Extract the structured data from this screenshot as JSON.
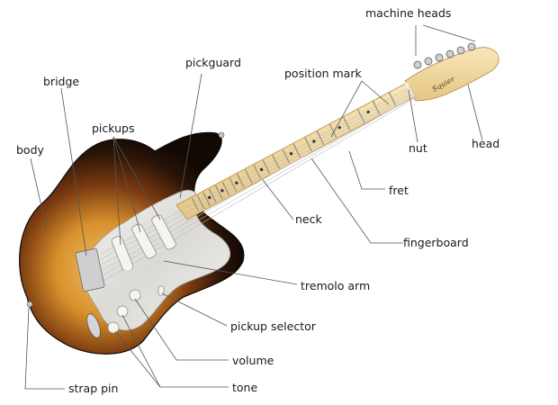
{
  "labels": {
    "machine_heads": "machine heads",
    "pickguard": "pickguard",
    "position_mark": "position mark",
    "bridge": "bridge",
    "pickups": "pickups",
    "body": "body",
    "nut": "nut",
    "head": "head",
    "fret": "fret",
    "neck": "neck",
    "fingerboard": "fingerboard",
    "tremolo_arm": "tremolo arm",
    "pickup_selector": "pickup selector",
    "volume": "volume",
    "tone": "tone",
    "strap_pin": "strap pin"
  },
  "headstock_logo": "Squier",
  "colors": {
    "sunburst_outer": "#1a0f08",
    "sunburst_mid": "#7a3a10",
    "sunburst_center": "#e0a24a",
    "maple": "#f2d9a0",
    "pickguard": "#e8e6e2",
    "chrome": "#c8c8c8",
    "leader_line": "#555555"
  }
}
